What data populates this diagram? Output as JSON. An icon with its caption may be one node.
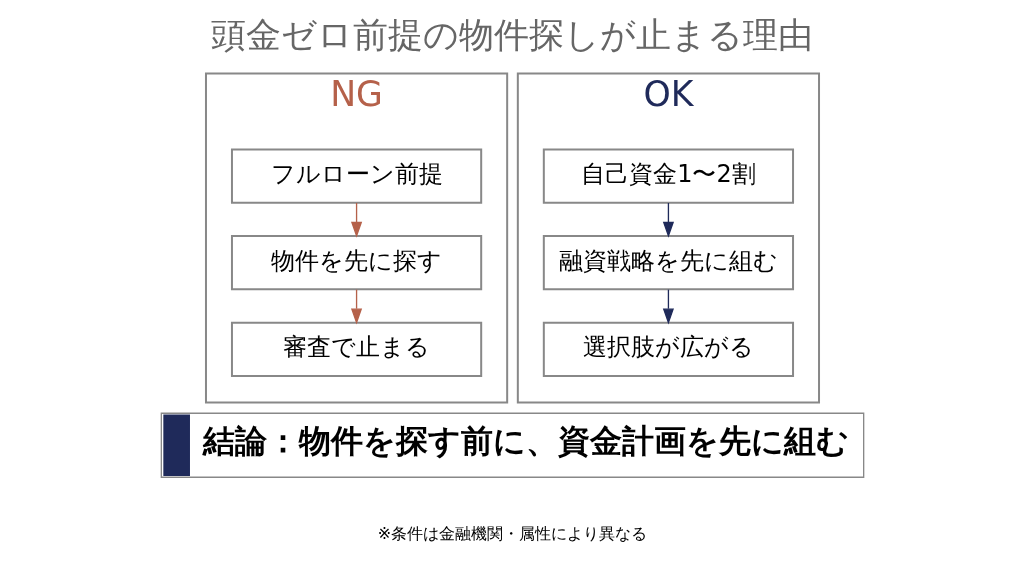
{
  "diagram": {
    "title": "頭金ゼロ前提の物件探しが止まる理由",
    "nodes": [
      {
        "text": [
          "NG"
        ]
      },
      {
        "text": [
          "フルローン前提"
        ],
        "in": 0
      },
      {
        "text": [
          "物件を先に探す"
        ],
        "in": 0
      },
      {
        "text": [
          "審査で止まる"
        ],
        "in": 0
      },
      {
        "text": [
          "OK"
        ]
      },
      {
        "text": [
          "自己資金1〜2割"
        ],
        "in": 4
      },
      {
        "text": [
          "融資戦略を先に組む"
        ],
        "in": 4
      },
      {
        "text": [
          "選択肢が広がる"
        ],
        "in": 4
      },
      {
        "text": [
          "結論：物件を探す前に、資金計画を先に組む"
        ]
      }
    ],
    "edges": [
      {
        "from": 1,
        "to": 2,
        "arrow": "to",
        "color": "#b5614a"
      },
      {
        "from": 2,
        "to": 3,
        "arrow": "to",
        "color": "#b5614a"
      },
      {
        "from": 5,
        "to": 6,
        "arrow": "to",
        "color": "#1f2a5a"
      },
      {
        "from": 6,
        "to": 7,
        "arrow": "to",
        "color": "#1f2a5a"
      }
    ],
    "labels": [
      "※条件は金融機関・属性により異なる"
    ]
  }
}
